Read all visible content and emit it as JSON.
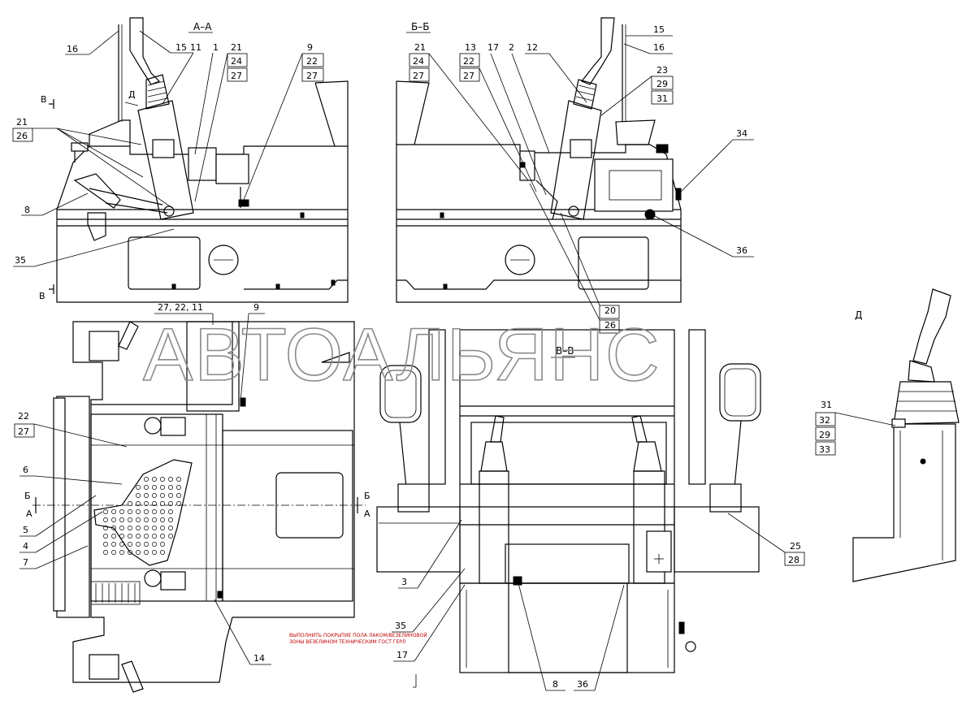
{
  "sections": {
    "aa": "А–А",
    "bb": "Б–Б",
    "vv": "В–В",
    "d": "Д"
  },
  "cut_marks": {
    "v_top": "В",
    "v_bottom": "В",
    "d_arrow": "Д",
    "b_left": "Б",
    "a_left": "А",
    "b_right": "Б",
    "a_right": "А"
  },
  "callouts_aa": {
    "c16": "16",
    "c15": "15",
    "c11": "11",
    "c1": "1",
    "g21": [
      "21",
      "24",
      "27"
    ],
    "g9": [
      "9",
      "22",
      "27"
    ],
    "g21b": [
      "21",
      "26"
    ],
    "c8": "8",
    "c35": "35"
  },
  "callouts_bb": {
    "g21": [
      "21",
      "24",
      "27"
    ],
    "g13": [
      "13",
      "22",
      "27"
    ],
    "c17": "17",
    "c2": "2",
    "c12": "12",
    "c15": "15",
    "c16": "16",
    "g23": [
      "23",
      "29",
      "31"
    ],
    "c34": "34",
    "c36": "36",
    "c20": "20",
    "c26": "26"
  },
  "callouts_plan": {
    "top": "27, 22, 11",
    "c9": "9",
    "g22": [
      "22",
      "27"
    ],
    "c6": "6",
    "c5": "5",
    "c4": "4",
    "c7": "7",
    "c14": "14"
  },
  "callouts_vv": {
    "c3": "3",
    "c35": "35",
    "c17": "17",
    "c8": "8",
    "c36": "36",
    "g25": [
      "25",
      "28"
    ]
  },
  "callouts_d": {
    "g31": [
      "31",
      "32",
      "29",
      "33"
    ]
  },
  "note_text": [
    "ВЫПОЛНИТЬ ПОКРЫТИЕ ПОЛА ЛАКОМ/ВЕЗЕЛИНОВОЙ",
    "ЗОНЫ ВЕЗЕЛИНОМ ТЕХНИЧЕСКИМ ГОСТ ГЕРЛ"
  ],
  "watermark": "АВТОАЛЬЯНС",
  "colors": {
    "ink": "#000000",
    "watermark": "#8a8a8a",
    "note": "#c00000",
    "paper": "#ffffff"
  }
}
